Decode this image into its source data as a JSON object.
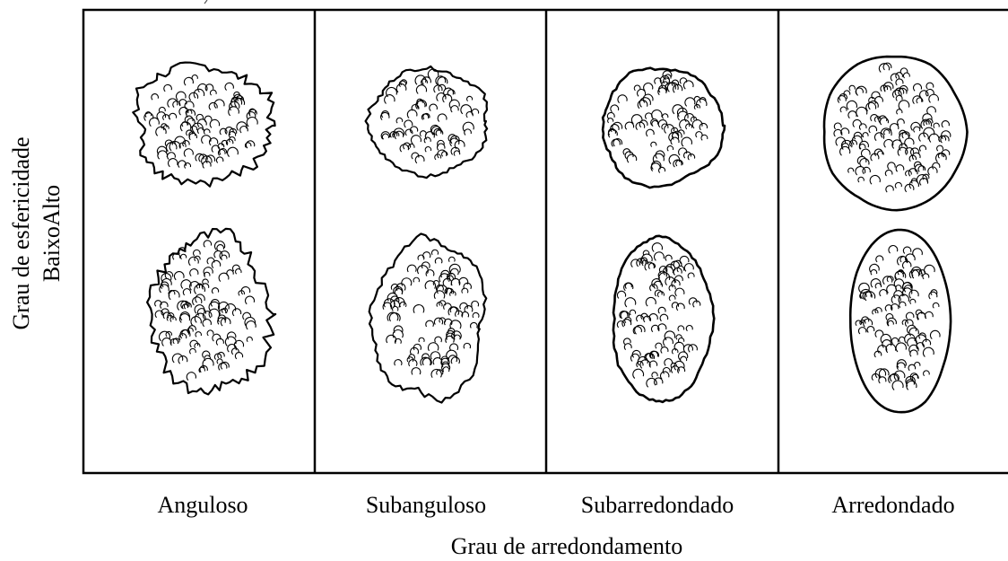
{
  "diagram": {
    "columns": [
      {
        "label": "Anguloso"
      },
      {
        "label": "Subanguloso"
      },
      {
        "label": "Subarredondado"
      },
      {
        "label": "Arredondado"
      }
    ],
    "x_axis_label": "Grau de arredondamento",
    "y_axis_label": "Grau de esfericidade",
    "y_axis_scale": "BaixoAlto",
    "rows": 2,
    "stroke_color": "#000000",
    "background": "#ffffff"
  }
}
